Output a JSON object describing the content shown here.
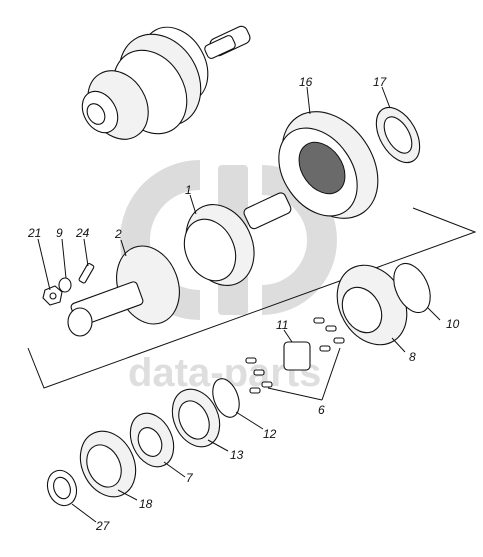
{
  "watermark": {
    "text": "data-parts"
  },
  "labels": {
    "l1": "1",
    "l2": "2",
    "l6": "6",
    "l7": "7",
    "l8": "8",
    "l9": "9",
    "l10": "10",
    "l11": "11",
    "l12": "12",
    "l13": "13",
    "l16": "16",
    "l17": "17",
    "l18": "18",
    "l21": "21",
    "l24": "24",
    "l27": "27"
  }
}
